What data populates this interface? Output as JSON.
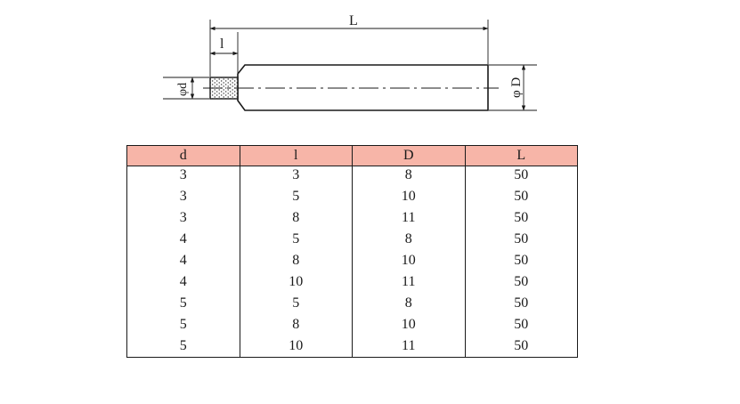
{
  "drawing": {
    "label_L": "L",
    "label_l": "l",
    "label_d": "φd",
    "label_D": "φ D"
  },
  "table": {
    "headers": [
      "d",
      "l",
      "D",
      "L"
    ],
    "rows": [
      [
        "3",
        "3",
        "8",
        "50"
      ],
      [
        "3",
        "5",
        "10",
        "50"
      ],
      [
        "3",
        "8",
        "11",
        "50"
      ],
      [
        "4",
        "5",
        "8",
        "50"
      ],
      [
        "4",
        "8",
        "10",
        "50"
      ],
      [
        "4",
        "10",
        "11",
        "50"
      ],
      [
        "5",
        "5",
        "8",
        "50"
      ],
      [
        "5",
        "8",
        "10",
        "50"
      ],
      [
        "5",
        "10",
        "11",
        "50"
      ]
    ]
  },
  "colors": {
    "header_fill": "#f7b5a8",
    "line": "#1a1a1a"
  }
}
